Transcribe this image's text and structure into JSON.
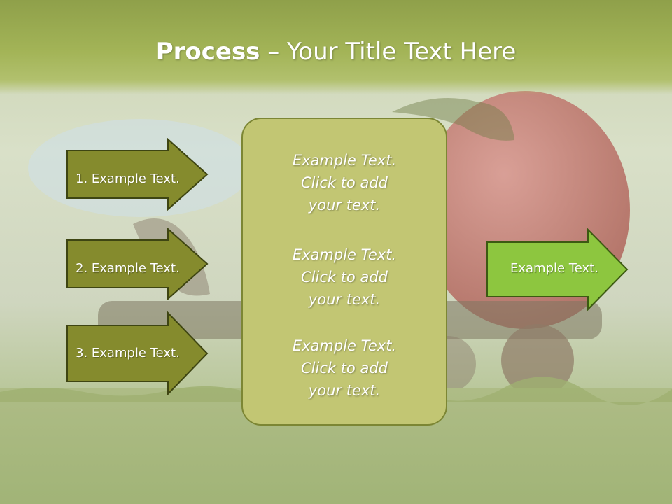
{
  "title": {
    "bold": "Process",
    "rest": " – Your Title Text Here"
  },
  "left_arrows": [
    {
      "label": "1. Example Text."
    },
    {
      "label": "2. Example Text."
    },
    {
      "label": "3. Example Text."
    }
  ],
  "center_blocks": [
    {
      "line1": "Example Text.",
      "line2": "Click  to add",
      "line3": "your text."
    },
    {
      "line1": "Example Text.",
      "line2": "Click  to add",
      "line3": "your text."
    },
    {
      "line1": "Example Text.",
      "line2": "Click  to add",
      "line3": "your text."
    }
  ],
  "right_arrow": {
    "label": "Example Text."
  },
  "colors": {
    "left_arrow_fill": "#858b2d",
    "left_arrow_border": "#3e4512",
    "center_box_fill": "#c2c673",
    "right_arrow_fill": "#8dc63f",
    "title_band": "#9aad52"
  }
}
